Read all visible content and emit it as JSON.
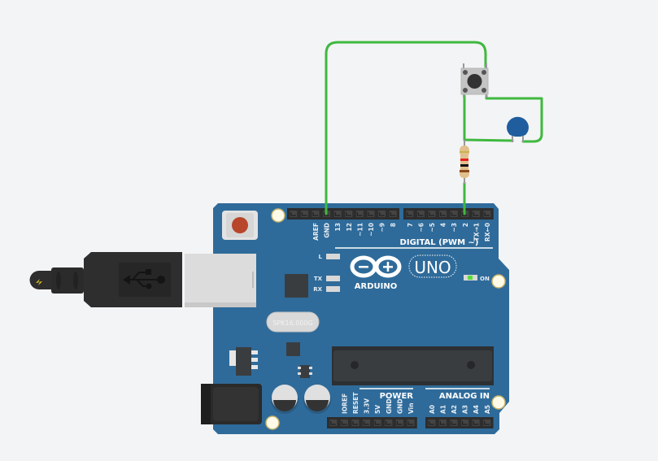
{
  "board": {
    "brand": "ARDUINO",
    "model": "UNO",
    "crystal": "SPK16.000G",
    "digital_label": "DIGITAL (PWM ~)",
    "power_label": "POWER",
    "analog_label": "ANALOG IN",
    "on_label": "ON",
    "led_l": "L",
    "led_tx": "TX",
    "led_rx": "RX",
    "digital_pins_a": [
      "AREF",
      "GND",
      "13",
      "12",
      "~11",
      "~10",
      "~9",
      "8"
    ],
    "digital_pins_b": [
      "7",
      "~6",
      "~5",
      "4",
      "~3",
      "2",
      "TX→1",
      "RX←0"
    ],
    "power_pins": [
      "IOREF",
      "RESET",
      "3.3V",
      "5V",
      "GND",
      "GND",
      "Vin"
    ],
    "analog_pins": [
      "A0",
      "A1",
      "A2",
      "A3",
      "A4",
      "A5"
    ]
  },
  "colors": {
    "board": "#2f6b9a",
    "wire": "#3fb83f",
    "capacitor": "#1f5d9e",
    "background": "#f3f4f6"
  }
}
